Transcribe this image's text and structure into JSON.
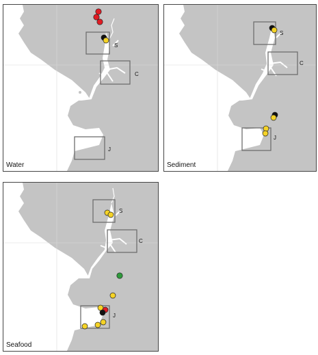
{
  "panels": {
    "water": {
      "label": "Water"
    },
    "sediment": {
      "label": "Sediment"
    },
    "seafood": {
      "label": "Seafood"
    }
  },
  "regions": {
    "s": "S",
    "c": "C",
    "j": "J"
  },
  "colors": {
    "land": "#c4c4c4",
    "water": "#ffffff",
    "box": "#6e6e6e",
    "red": "#e01c24",
    "yellow": "#f5d327",
    "black": "#111111",
    "green": "#2f9a3c"
  }
}
